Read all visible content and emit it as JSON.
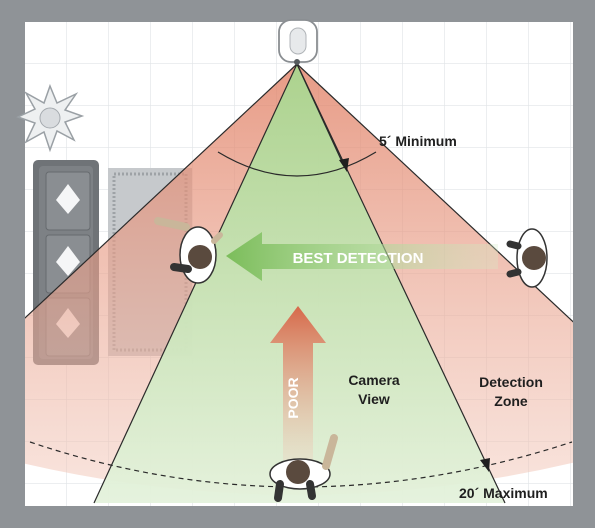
{
  "labels": {
    "minimum": "5´ Minimum",
    "maximum": "20´ Maximum",
    "best_detection": "BEST DETECTION",
    "poor": "POOR",
    "camera_view_line1": "Camera",
    "camera_view_line2": "View",
    "detection_zone_line1": "Detection",
    "detection_zone_line2": "Zone"
  },
  "icons": {
    "camera": "camera-icon",
    "plant": "plant-icon",
    "sofa": "sofa-icon",
    "rug": "rug-icon",
    "person_left": "person-icon",
    "person_right": "person-icon",
    "person_bottom": "person-icon"
  },
  "colors": {
    "wall": "#8f9397",
    "floor": "#ffffff",
    "grid": "#e3e5e8",
    "detection_zone": "#e8a38f",
    "camera_view": "#b9dca4",
    "best_arrow": "#8cc56e",
    "poor_arrow": "#de7a5c",
    "line": "#2a2a2a"
  }
}
